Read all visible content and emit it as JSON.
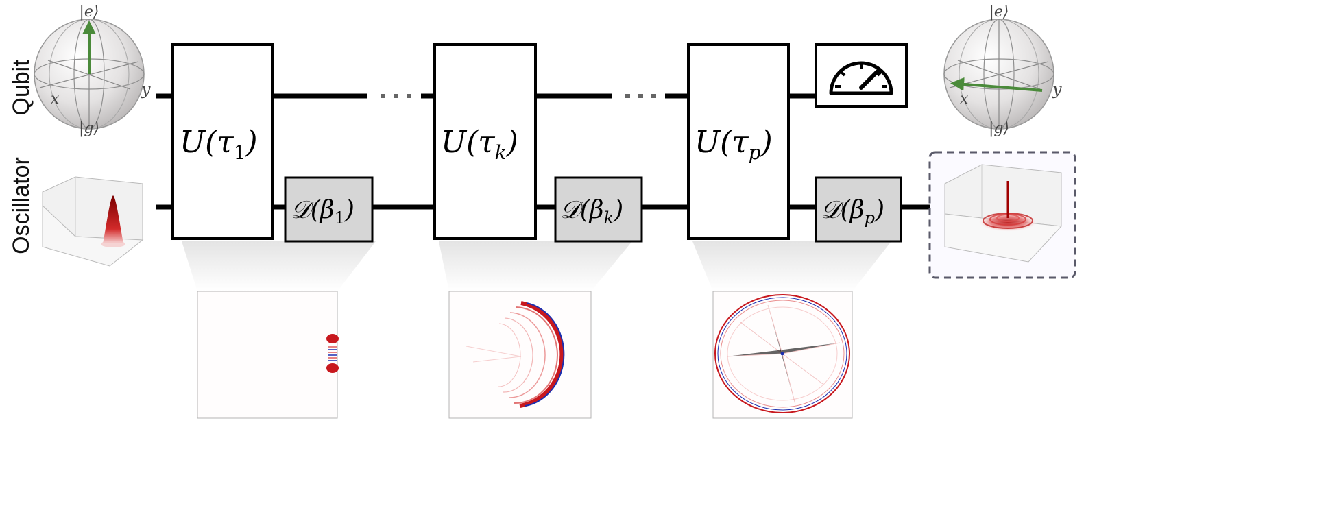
{
  "rows": {
    "qubit_label": "Qubit",
    "oscillator_label": "Oscillator"
  },
  "bloch_initial": {
    "top": "|e⟩",
    "bottom": "|g⟩",
    "x": "x",
    "y": "y"
  },
  "bloch_final": {
    "top": "|e⟩",
    "bottom": "|g⟩",
    "x": "x",
    "y": "y"
  },
  "gates": [
    {
      "label": "U(τ",
      "sub": "1",
      "close": ")"
    },
    {
      "label": "U(τ",
      "sub": "k",
      "close": ")"
    },
    {
      "label": "U(τ",
      "sub": "p",
      "close": ")"
    }
  ],
  "displacements": [
    {
      "label": "𝒟(β",
      "sub": "1",
      "close": ")"
    },
    {
      "label": "𝒟(β",
      "sub": "k",
      "close": ")"
    },
    {
      "label": "𝒟(β",
      "sub": "p",
      "close": ")"
    }
  ],
  "ellipsis": "· · ·",
  "colors": {
    "arrow": "#4a8a3a",
    "wigner_red": "#c8181e",
    "wigner_blue": "#1b2fb0",
    "displacement_fill": "#d6d6d6",
    "final_frame": "#5a5a6a"
  },
  "icons": {
    "measure": "measurement-gauge-icon"
  }
}
